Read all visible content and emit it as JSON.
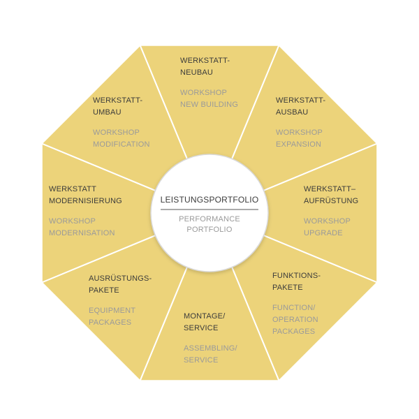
{
  "colors": {
    "segment_fill": "#ecd37a",
    "segment_edge": "#f3dd8c",
    "divider": "#ffffff",
    "center_fill": "#ffffff",
    "center_rule": "#555555",
    "text_german": "#3b3b3b",
    "text_english": "#9a9a9a"
  },
  "center": {
    "title": "LEISTUNGSPORTFOLIO",
    "subtitle": [
      "PERFORMANCE",
      "PORTFOLIO"
    ]
  },
  "segments": [
    {
      "id": "neubau",
      "de": [
        "WERKSTATT-",
        "NEUBAU"
      ],
      "en": [
        "WORKSHOP",
        "NEW BUILDING"
      ]
    },
    {
      "id": "ausbau",
      "de": [
        "WERKSTATT-",
        "AUSBAU"
      ],
      "en": [
        "WORKSHOP",
        "EXPANSION"
      ]
    },
    {
      "id": "aufruestung",
      "de": [
        "WERKSTATT–",
        "AUFRÜSTUNG"
      ],
      "en": [
        "WORKSHOP",
        "UPGRADE"
      ]
    },
    {
      "id": "funktionspakete",
      "de": [
        "FUNKTIONS-",
        "PAKETE"
      ],
      "en": [
        "FUNCTION/",
        "OPERATION",
        "PACKAGES"
      ]
    },
    {
      "id": "montage",
      "de": [
        "MONTAGE/",
        "SERVICE"
      ],
      "en": [
        "ASSEMBLING/",
        "SERVICE"
      ]
    },
    {
      "id": "ausruestungspakete",
      "de": [
        "AUSRÜSTUNGS-",
        "PAKETE"
      ],
      "en": [
        "EQUIPMENT",
        "PACKAGES"
      ]
    },
    {
      "id": "modernisierung",
      "de": [
        "WERKSTATT",
        "MODERNISIERUNG"
      ],
      "en": [
        "WORKSHOP",
        "MODERNISATION"
      ]
    },
    {
      "id": "umbau",
      "de": [
        "WERKSTATT-",
        "UMBAU"
      ],
      "en": [
        "WORKSHOP",
        "MODIFICATION"
      ]
    }
  ]
}
